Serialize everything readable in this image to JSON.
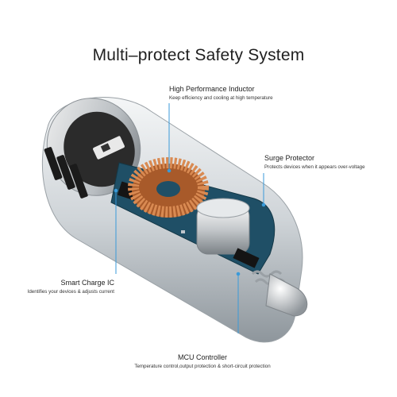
{
  "title": "Multi–protect Safety System",
  "callouts": {
    "inductor": {
      "heading": "High Performance Inductor",
      "desc": "Keep efficiency and cooling at high temperature"
    },
    "surge": {
      "heading": "Surge Protector",
      "desc": "Protects devices when it appears over-voltage"
    },
    "smart_ic": {
      "heading": "Smart Charge IC",
      "desc": "Identifies your devices & adjusts current"
    },
    "mcu": {
      "heading": "MCU Controller",
      "desc": "Temperature control,output protection & short-circuit protection"
    }
  },
  "colors": {
    "pcb": "#1f4f66",
    "copper": "#c8703a",
    "shell": "#d9dde0",
    "leader": "#3a9ad9"
  }
}
